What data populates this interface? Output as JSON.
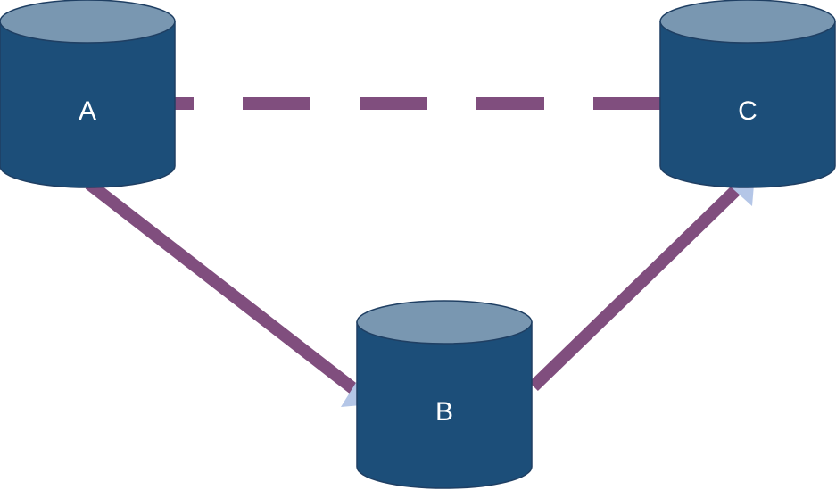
{
  "diagram": {
    "nodes": [
      {
        "id": "A",
        "label": "A"
      },
      {
        "id": "B",
        "label": "B"
      },
      {
        "id": "C",
        "label": "C"
      }
    ],
    "edges": [
      {
        "from": "A",
        "to": "B",
        "style": "solid"
      },
      {
        "from": "B",
        "to": "C",
        "style": "solid"
      },
      {
        "from": "C",
        "to": "A",
        "style": "dashed"
      }
    ],
    "colors": {
      "cylinder_body": "#1c4e79",
      "cylinder_top": "#7997b1",
      "cylinder_outline": "#1f3f63",
      "edge": "#804e7e",
      "arrowhead": "#b4c6e7",
      "label": "#ffffff",
      "background": "#ffffff"
    }
  }
}
